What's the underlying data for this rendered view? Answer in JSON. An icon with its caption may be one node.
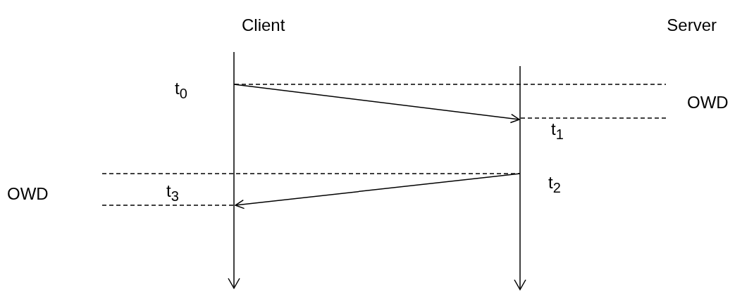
{
  "diagram": {
    "nodes": [
      {
        "text": [
          "Client"
        ]
      },
      {
        "text": [
          "Server"
        ]
      }
    ],
    "edges": [
      {
        "from": 0,
        "to": 1,
        "arrow": "to"
      },
      {
        "from": 1,
        "to": 0,
        "arrow": "to"
      }
    ],
    "labels": [
      "t$_{0}$",
      "OWD",
      "t$_{1}$",
      "t$_{2}$",
      "OWD",
      "t$_{3}$"
    ]
  }
}
